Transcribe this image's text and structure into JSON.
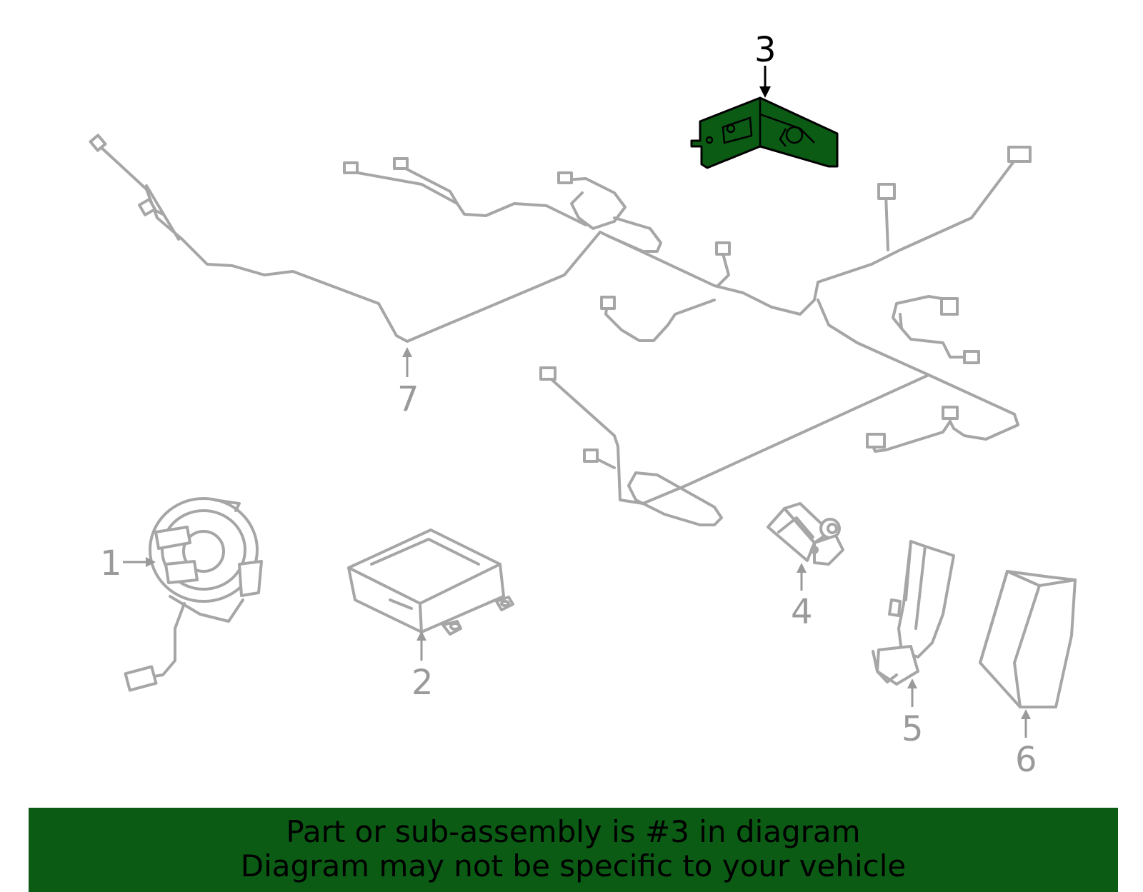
{
  "callouts": {
    "c1": "1",
    "c2": "2",
    "c3": "3",
    "c4": "4",
    "c5": "5",
    "c6": "6",
    "c7": "7"
  },
  "highlighted_part": "3",
  "colors": {
    "highlight_fill": "#0b5b14",
    "banner_bg": "#0b5b14",
    "line_gray": "#a6a6a6",
    "label_gray": "#9a9a9a"
  },
  "banner": {
    "line1": "Part or sub-assembly is #3 in diagram",
    "line2": "Diagram may not be specific to your vehicle"
  }
}
